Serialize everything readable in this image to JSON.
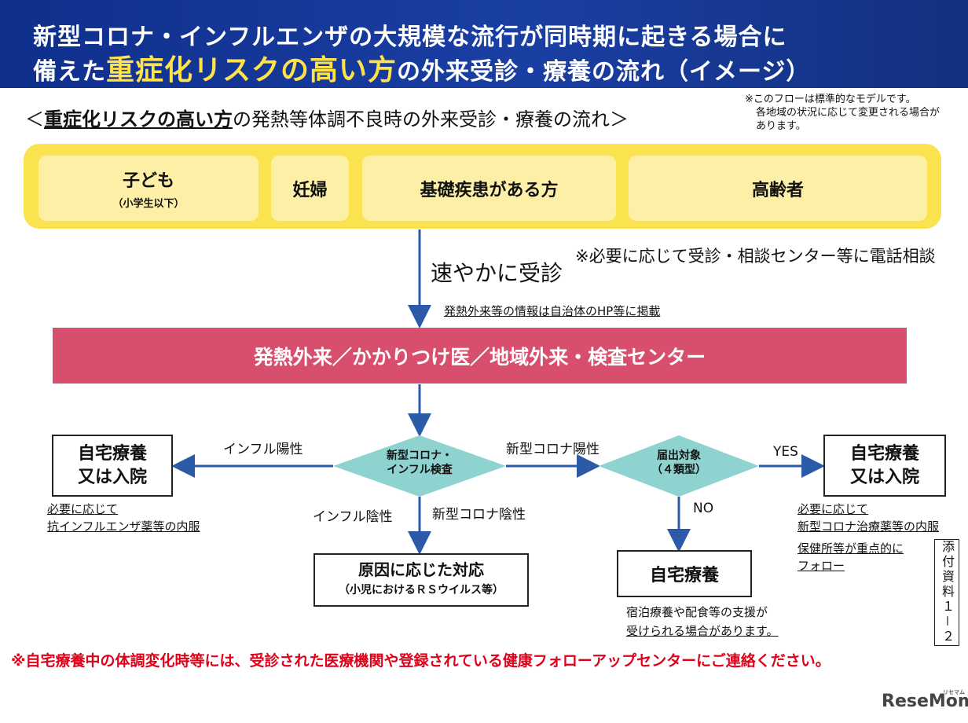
{
  "title": {
    "line1": "新型コロナ・インフルエンザの大規模な流行が同時期に起きる場合に",
    "line2_pre": "備えた",
    "line2_hl": "重症化リスクの高い方",
    "line2_post": "の外来受診・療養の流れ（イメージ）"
  },
  "subtitle": {
    "open": "＜",
    "emph": "重症化リスクの高い方",
    "rest": "の発熱等体調不良時の外来受診・療養の流れ＞"
  },
  "standard_note": {
    "l1": "※このフローは標準的なモデルです。",
    "l2": "各地域の状況に応じて変更される場合が",
    "l3": "あります。"
  },
  "categories": {
    "child": "子ども",
    "child_sub": "（小学生以下）",
    "pregnant": "妊婦",
    "underlying": "基礎疾患がある方",
    "elderly": "高齢者"
  },
  "flow": {
    "prompt_visit": "速やかに受診",
    "phone_note": "※必要に応じて受診・相談センター等に電話相談",
    "info_note": "発熱外来等の情報は自治体のHP等に掲載",
    "clinic_bar": "発熱外来／かかりつけ医／地域外来・検査センター",
    "test_diamond_l1": "新型コロナ・",
    "test_diamond_l2": "インフル検査",
    "flu_positive": "インフル陽性",
    "corona_positive": "新型コロナ陽性",
    "flu_negative": "インフル陰性",
    "corona_negative": "新型コロナ陰性",
    "report_diamond_l1": "届出対象",
    "report_diamond_l2": "（４類型）",
    "yes": "YES",
    "no": "NO",
    "left_box_l1": "自宅療養",
    "left_box_l2": "又は入院",
    "left_note_l1": "必要に応じて",
    "left_note_l2": "抗インフルエンザ薬等の内服",
    "center_box_l1": "原因に応じた対応",
    "center_box_l2": "（小児におけるＲＳウイルス等）",
    "home_box": "自宅療養",
    "home_note_l1": "宿泊療養や配食等の支援が",
    "home_note_l2": "受けられる場合があります。",
    "right_box_l1": "自宅療養",
    "right_box_l2": "又は入院",
    "right_note_l1": "必要に応じて",
    "right_note_l2": "新型コロナ治療薬等の内服",
    "right_note_l3": "保健所等が重点的に",
    "right_note_l4": "フォロー"
  },
  "footer_warning": "※自宅療養中の体調変化時等には、受診された医療機関や登録されている健康フォローアップセンターにご連絡ください。",
  "attachment_label": "添付資料１－２",
  "watermark": "ReseMom",
  "watermark_small": "リセマム",
  "colors": {
    "title_bg": "#1a3fa3",
    "title_highlight": "#ffe24a",
    "yellow_band": "#fbe34f",
    "category_box": "#fdf0a6",
    "clinic_bar": "#d84f6e",
    "diamond": "#8fd3d1",
    "arrow": "#2a5aa8",
    "warning": "#e1001a"
  }
}
